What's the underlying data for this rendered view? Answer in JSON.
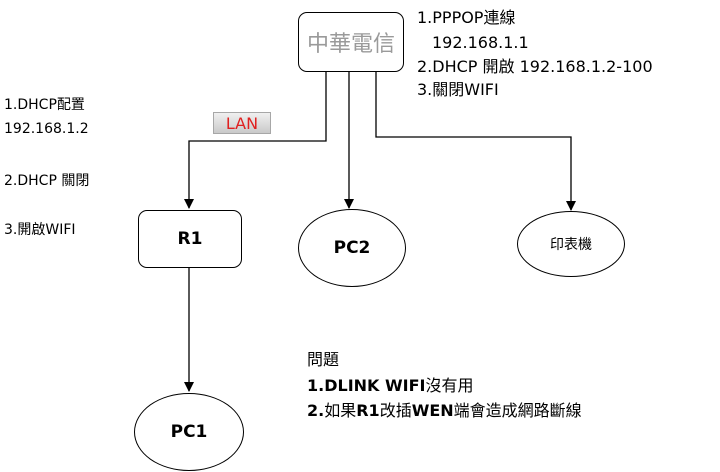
{
  "nodes": {
    "isp": "中華電信",
    "r1": "R1",
    "pc1": "PC1",
    "pc2": "PC2",
    "printer": "印表機"
  },
  "lan_label": "LAN",
  "isp_notes": [
    "1.PPPOP連線",
    "192.168.1.1",
    "2.DHCP 開啟 192.168.1.2-100",
    "3.關閉WIFI"
  ],
  "r1_notes": [
    "1.DHCP配置",
    "192.168.1.2",
    "2.DHCP 關閉",
    "3.開啟WIFI"
  ],
  "problems": {
    "title": "問題",
    "item1_num": "1.DLINK WIFI",
    "item1_text": "沒有用",
    "item2_num": "2.",
    "item2_text_a": "如果",
    "item2_r1": "R1",
    "item2_text_b": "改插",
    "item2_wen": "WEN",
    "item2_text_c": "端會造成網路斷線"
  }
}
